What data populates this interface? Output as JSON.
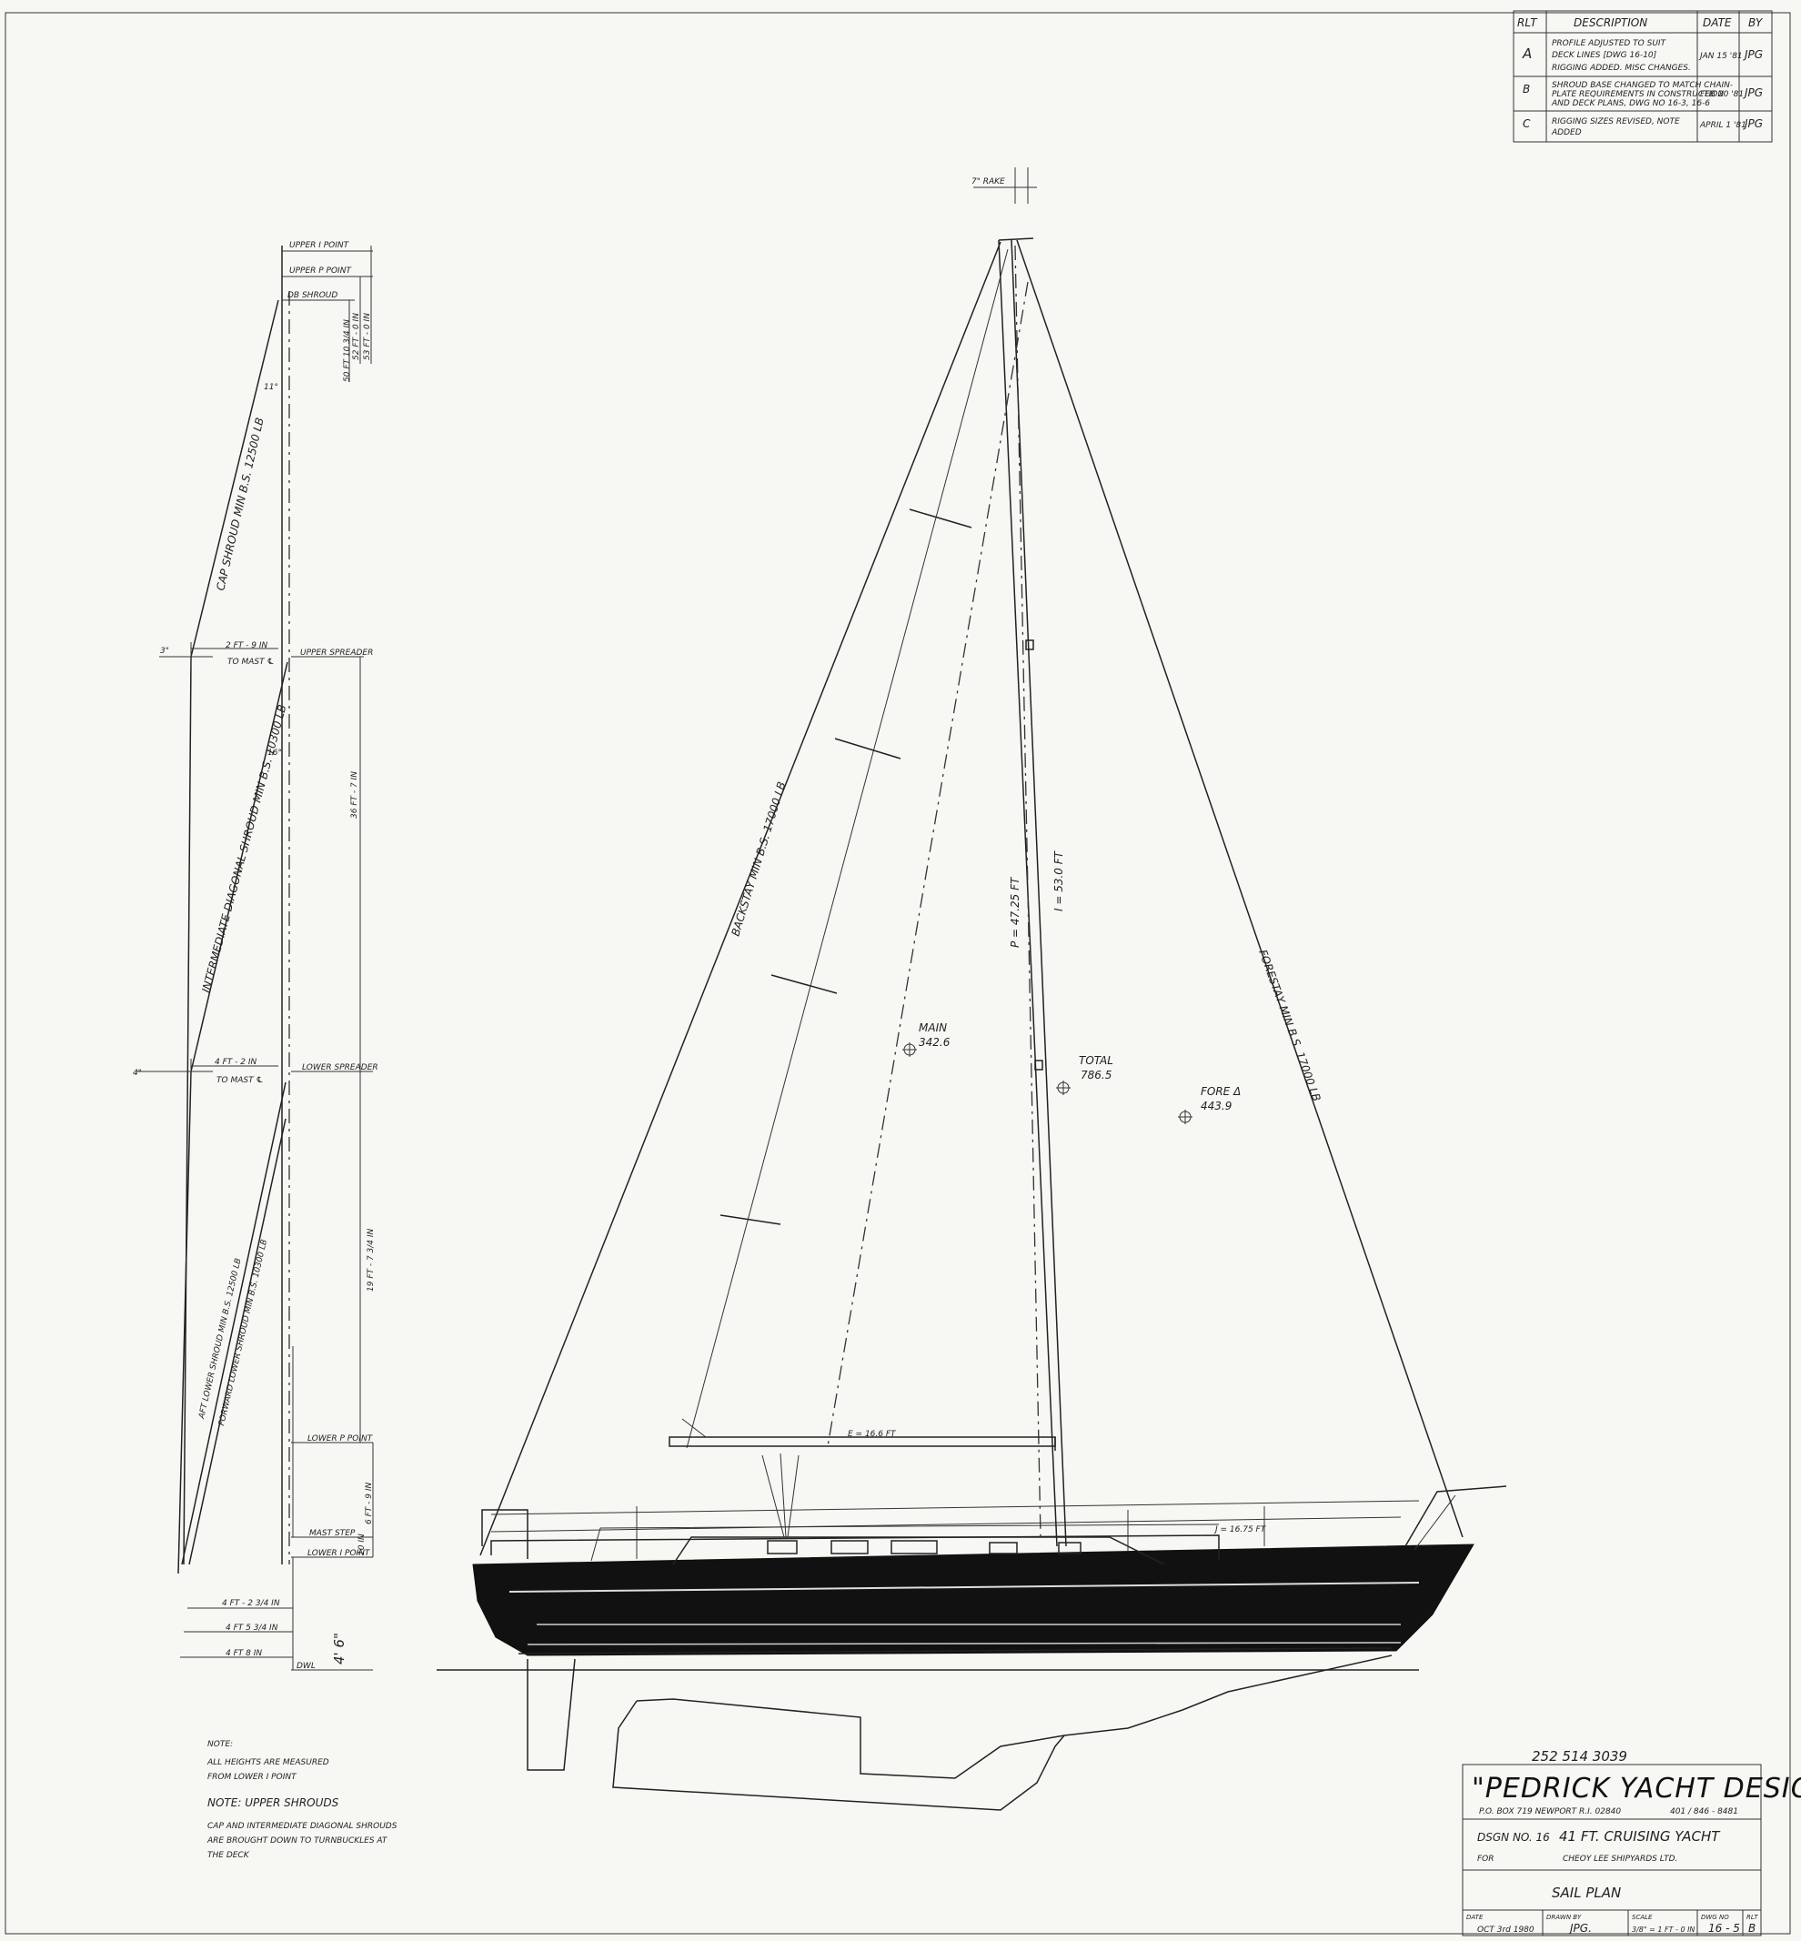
{
  "revision_table": {
    "headers": {
      "ref": "RLT",
      "description": "DESCRIPTION",
      "date": "DATE",
      "by": "BY"
    },
    "rows": [
      {
        "ref": "A",
        "line1": "PROFILE ADJUSTED TO SUIT",
        "line2": "DECK LINES [DWG 16-10]",
        "line3": "RIGGING ADDED. MISC CHANGES.",
        "date": "JAN 15 '81",
        "by": "JPG"
      },
      {
        "ref": "B",
        "line1": "SHROUD BASE CHANGED TO MATCH CHAIN-",
        "line2": "PLATE REQUIREMENTS IN CONSTRUCTION",
        "line3": "AND DECK PLANS, DWG NO 16-3, 16-6",
        "date": "FEB 20 '81",
        "by": "JPG"
      },
      {
        "ref": "C",
        "line1": "RIGGING SIZES REVISED, NOTE",
        "line2": "ADDED",
        "line3": "",
        "date": "APRIL 1 '81",
        "by": "JPG"
      }
    ]
  },
  "rig": {
    "rake": "7\" RAKE",
    "upper_i_point": "UPPER I POINT",
    "upper_p_point": "UPPER P POINT",
    "db_shroud": "DB SHROUD",
    "dim_top1": "50 FT 10 3/4 IN",
    "dim_top2": "52 FT - 0 IN",
    "dim_top3": "53 FT - 0 IN",
    "angle_11": "11°",
    "cap_shroud": "CAP SHROUD   MIN B.S. 12500 LB",
    "offset_3": "3\"",
    "upper_spreader_len": "2 FT - 9 IN",
    "to_mast_cl": "TO MAST ℄",
    "upper_spreader": "UPPER SPREADER",
    "dim_mid": "36 FT - 7 IN",
    "angle_16": "16°",
    "intermediate_shroud": "INTERMEDIATE DIAGONAL SHROUD   MIN B.S. 10300 LB",
    "offset_4": "4\"",
    "lower_spreader_len": "4 FT - 2 IN",
    "lower_spreader": "LOWER SPREADER",
    "dim_low": "19 FT - 7 3/4 IN",
    "aft_lower": "AFT LOWER SHROUD   MIN B.S. 12500 LB",
    "fwd_lower": "FORWARD LOWER SHROUD   MIN B.S. 10300 LB",
    "lower_p_point": "LOWER P POINT",
    "dim_p": "6 FT - 9 IN",
    "dim_p2": "10 IN",
    "mast_step": "MAST STEP",
    "lower_i_point": "LOWER I POINT",
    "dim_a": "4 FT - 2 3/4 IN",
    "dim_b": "4 FT 5 3/4 IN",
    "dim_c": "4 FT 8 IN",
    "dim_d": "4' 6\"",
    "dwl": "DWL"
  },
  "sail_plan": {
    "backstay": "BACKSTAY   MIN B.S. 17000 LB",
    "forestay": "FORESTAY   MIN B.S. 17000 LB",
    "p_dim": "P = 47.25 FT",
    "i_dim": "I = 53.0 FT",
    "main_label": "MAIN",
    "main_area": "342.6",
    "total_label": "TOTAL",
    "total_area": "786.5",
    "fore_label": "FORE Δ",
    "fore_area": "443.9",
    "e_dim": "E = 16.6 FT",
    "j_dim": "J = 16.75 FT"
  },
  "notes": {
    "note1_title": "NOTE:",
    "note1_line1": "ALL HEIGHTS ARE MEASURED",
    "note1_line2": "FROM LOWER I POINT",
    "note2_title": "NOTE: UPPER SHROUDS",
    "note2_line1": "CAP AND INTERMEDIATE DIAGONAL SHROUDS",
    "note2_line2": "ARE BROUGHT DOWN TO TURNBUCKLES AT",
    "note2_line3": "THE DECK"
  },
  "title_block": {
    "phone": "252 514 3039",
    "firm": "\"PEDRICK YACHT DESIGNS",
    "address": "P.O. BOX 719   NEWPORT   R.I. 02840",
    "firm_phone": "401 / 846 - 8481",
    "design_no": "DSGN NO. 16",
    "project": "41 FT. CRUISING YACHT",
    "for_label": "FOR",
    "client": "CHEOY LEE   SHIPYARDS   LTD.",
    "drawing_title": "SAIL PLAN",
    "date_label": "DATE",
    "date": "OCT 3rd 1980",
    "drawn_label": "DRAWN BY",
    "drawn": "JPG.",
    "scale_label": "SCALE",
    "scale": "3/8\" = 1 FT - 0 IN",
    "dwg_label": "DWG NO",
    "dwg": "16 - 5",
    "rlt_label": "RLT",
    "rlt": "B"
  }
}
